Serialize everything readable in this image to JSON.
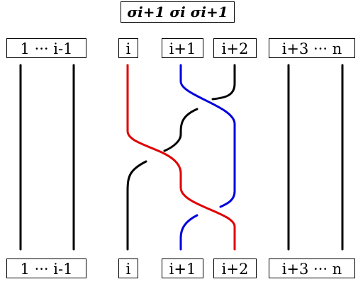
{
  "title": "σi+1 σi σi+1",
  "top_labels": {
    "group_left": "1 ··· i-1",
    "i": "i",
    "i_plus_1": "i+1",
    "i_plus_2": "i+2",
    "group_right": "i+3 ··· n"
  },
  "bottom_labels": {
    "group_left": "1 ··· i-1",
    "i": "i",
    "i_plus_1": "i+1",
    "i_plus_2": "i+2",
    "group_right": "i+3 ··· n"
  },
  "colors": {
    "strand_i": "#e00000",
    "strand_i_plus_1": "#0000dd",
    "strand_i_plus_2": "#000000",
    "strand_other": "#000000"
  }
}
